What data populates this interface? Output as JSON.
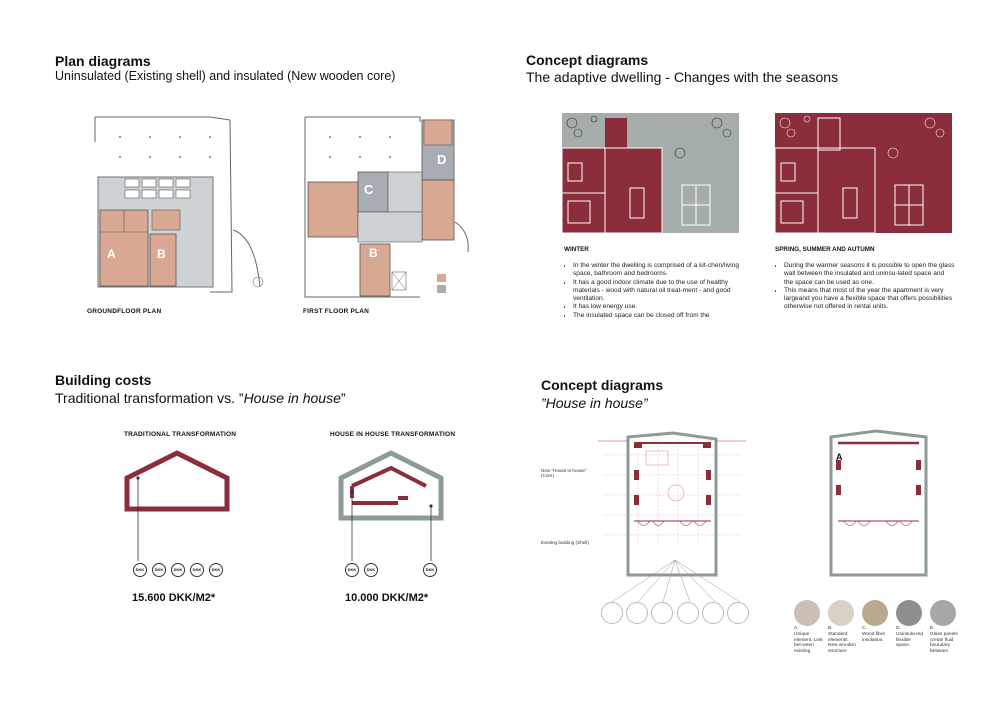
{
  "plan": {
    "title": "Plan diagrams",
    "subtitle": "Uninsulated (Existing shell) and insulated (New wooden core)",
    "groundfloor_label": "GROUNDFLOOR PLAN",
    "firstfloor_label": "FIRST FLOOR PLAN",
    "unit_labels": [
      "A",
      "B",
      "C",
      "B",
      "D"
    ],
    "legend_colors": [
      "#d9a892",
      "#a8adb3"
    ]
  },
  "concept_seasons": {
    "title": "Concept diagrams",
    "subtitle": "The adaptive dwelling - Changes with the seasons",
    "winter": {
      "label": "WINTER",
      "bullets": [
        "In the winter the dwelling is comprised of a kit-chen/living space, bathroom and bedrooms.",
        "It has a good indoor climate due to the use of healthy materials - wood with natural oil treat-ment - and good ventilation.",
        "It has low energy use.",
        "The insulated space can be closed off from the"
      ]
    },
    "summer": {
      "label": "SPRING, SUMMER AND AUTUMN",
      "bullets": [
        "During the warmer seasons it is possible to open the glass wall between the insulated and uninsu-lated space and the space can be used as one.",
        "This means that most of the year the apartment is very largeand you have a flexible space that offers possibilities otherwise not offered in rental units."
      ]
    },
    "colors": {
      "red": "#8b2d3b",
      "grey": "#a4ada9"
    }
  },
  "costs": {
    "title": "Building costs",
    "subtitle_prefix": "Traditional transformation vs. ”",
    "subtitle_em": "House in house",
    "subtitle_suffix": "”",
    "traditional_label": "TRADITIONAL TRANSFORMATION",
    "house_label": "HOUSE IN HOUSE TRANSFORMATION",
    "coin_label": "DKK",
    "traditional_price": "15.600 DKK/M2*",
    "house_price": "10.000 DKK/M2*",
    "colors": {
      "shell": "#8d9a96",
      "core": "#8b2d3b"
    }
  },
  "concept_house": {
    "title": "Concept diagrams",
    "subtitle": "”House in house”",
    "note_core": "New “House in house” (Core)",
    "note_shell": "Existing building (Shell)",
    "label_a": "A",
    "materials": [
      {
        "letter": "A.",
        "text": "Unique element. Link bet-ween existing"
      },
      {
        "letter": "B.",
        "text": "Standard elements New wooden structure"
      },
      {
        "letter": "C.",
        "text": "Wood fibre insulation."
      },
      {
        "letter": "D.",
        "text": "Uninsula-ted flexible space."
      },
      {
        "letter": "E.",
        "text": "Glass panels create fluid boundary between"
      }
    ]
  }
}
